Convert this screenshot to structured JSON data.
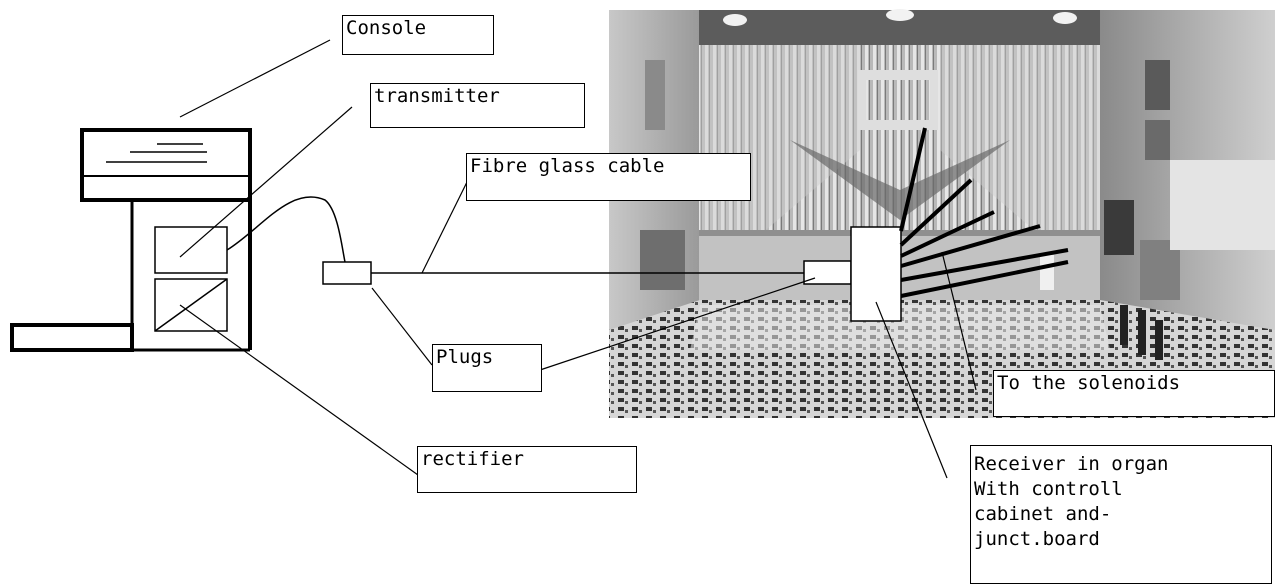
{
  "labels": {
    "console": "Console",
    "transmitter": "transmitter",
    "fibre_cable": "Fibre glass cable",
    "plugs": "Plugs",
    "rectifier": "rectifier",
    "solenoids": "To the solenoids",
    "receiver": "Receiver in organ\nWith controll\ncabinet and-\njunct.board"
  },
  "photo": {
    "subject": "concert-hall-pipe-organ-photograph"
  },
  "colors": {
    "ink": "#000000",
    "paper": "#ffffff"
  }
}
